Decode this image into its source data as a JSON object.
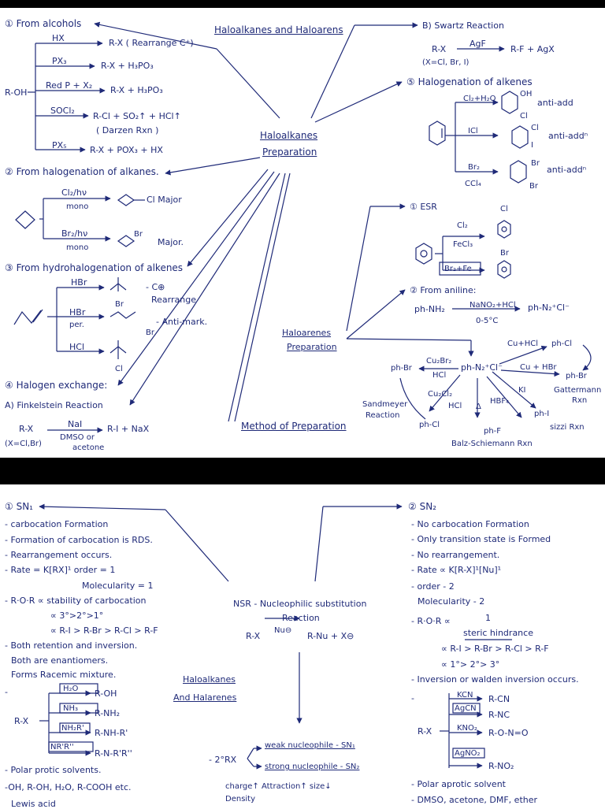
{
  "top": {
    "center_title": "Haloalkanes and Haloarens",
    "prep_l1": "Haloalkanes",
    "prep_l2": "Preparation",
    "method": "Method of Preparation",
    "alcohols": {
      "heading": "① From alcohols",
      "r_oh": "R-OH",
      "rows": [
        {
          "reagent": "HX",
          "product": "R-X ( Rearrange C⁺)"
        },
        {
          "reagent": "PX₃",
          "product": "R-X + H₃PO₃"
        },
        {
          "reagent": "Red P + X₂",
          "product": "R-X + H₃PO₃"
        },
        {
          "reagent": "SOCl₂",
          "product": "R-Cl + SO₂↑ + HCl↑"
        },
        {
          "reagent": "PX₅",
          "product": "R-X + POX₃ + HX"
        }
      ],
      "darzen": "( Darzen Rxn )"
    },
    "halogenation": {
      "heading": "② From halogenation of alkanes.",
      "r1_reagent": "Cl₂/hν",
      "r1_cond": "mono",
      "r1_product": "Cl Major",
      "r2_reagent": "Br₂/hν",
      "r2_cond": "mono",
      "r2_br": "Br",
      "r2_product": "Major."
    },
    "hydrohalogenation": {
      "heading": "③ From hydrohalogenation of alkenes",
      "r1_reagent": "HBr",
      "r1_product": "Br",
      "r1_note1": "- C⊕",
      "r1_note2": "Rearrange",
      "r2_reagent": "HBr",
      "r2_cond": "per.",
      "r2_br": "Br",
      "r2_note": "- Anti-mark.",
      "r3_reagent": "HCl",
      "r3_product": "Cl"
    },
    "exchange": {
      "heading": "④ Halogen exchange:",
      "sub": "A) Finkelstein Reaction",
      "rx": "R-X",
      "reagent": "NaI",
      "solvent1": "DMSO or",
      "solvent2": "acetone",
      "product": "R-I + NaX",
      "condition": "(X=Cl,Br)"
    },
    "swartz": {
      "heading": "B) Swartz Reaction",
      "rx": "R-X",
      "reagent": "AgF",
      "product": "R-F + AgX",
      "condition": "(X=Cl, Br, I)"
    },
    "alkenes": {
      "heading": "⑤ Halogenation of alkenes",
      "r1_reagent": "Cl₂+H₂O",
      "r1_oh": "OH",
      "r1_cl": "Cl",
      "r1_note": "anti-add",
      "r2_reagent": "ICl",
      "r2_cl": "Cl",
      "r2_i": "I",
      "r2_note": "anti-addⁿ",
      "r3_reagent1": "Br₂",
      "r3_reagent2": "CCl₄",
      "r3_br1": "Br",
      "r3_br2": "Br",
      "r3_note": "anti-addⁿ"
    },
    "esr": {
      "heading": "① ESR",
      "r1_reagent1": "Cl₂",
      "r1_reagent2": "FeCl₃",
      "r1_sub": "Cl",
      "r2_reagent": "Br₂+Fe",
      "r2_sub": "Br"
    },
    "aniline": {
      "heading": "② From aniline:",
      "reactant": "ph-NH₂",
      "reagent": "NaNO₂+HCl",
      "cond": "0-5°C",
      "product": "ph-N₂⁺Cl⁻"
    },
    "haloarenes_l1": "Haloarenes",
    "haloarenes_l2": "Preparation",
    "diazo": {
      "center": "ph-N₂⁺Cl⁻",
      "phbr_left": "ph-Br",
      "cubr2": "Cu₂Br₂",
      "hcl1": "HCl",
      "cu2cl2": "Cu₂Cl₂",
      "hcl2": "HCl",
      "sandmeyer1": "Sandmeyer",
      "sandmeyer2": "Reaction",
      "phcl_left": "ph-Cl",
      "delta": "Δ",
      "hbf4": "HBF₄",
      "phf": "ph-F",
      "balz": "Balz-Schiemann Rxn",
      "ki": "KI",
      "phi": "ph-I",
      "sizzi": "sizzi Rxn",
      "cuhcl": "Cu+HCl",
      "phcl_right": "ph-Cl",
      "cuhbr": "Cu + HBr",
      "phbr_right": "ph-Br",
      "gatt1": "Gattermann",
      "gatt2": "Rxn"
    }
  },
  "bottom": {
    "center1": "NSR - Nucleophilic substitution",
    "center2": "Reaction",
    "eq_left": "R-X",
    "eq_reagent": "Nu⊖",
    "eq_right": "R-Nu + X⊖",
    "title1": "Haloalkanes",
    "title2": "And Halarenes",
    "rx2": "- 2°RX",
    "weak": "weak nucleophile - SN₁",
    "strong": "strong nucleophile - SN₂",
    "charge": "charge↑ Attraction↑ size↓",
    "density": "Density",
    "sn1": {
      "heading": "① SN₁",
      "lines": [
        "- carbocation Formation",
        "- Formation of carbocation is RDS.",
        "- Rearrangement occurs.",
        "- Rate = K[RX]¹ order = 1",
        "Molecularity = 1",
        "- R·O·R ∝ stability of carbocation",
        "∝ 3°>2°>1°",
        "∝ R-I > R-Br > R-Cl > R-F",
        "- Both retention and inversion.",
        "Both are enantiomers.",
        "Forms Racemic mixture."
      ],
      "dash": "-",
      "rx": "R-X",
      "rows": [
        {
          "reagent": "H₂O",
          "product": "R-OH"
        },
        {
          "reagent": "NH₃",
          "product": "R-NH₂"
        },
        {
          "reagent": "NH₂R'",
          "product": "R-NH-R'"
        },
        {
          "reagent": "NR'R''",
          "product": "R-N-R'R''"
        }
      ],
      "polar": "- Polar protic solvents.",
      "solvents": "-OH, R-OH, H₂O, R-COOH etc.",
      "lewis": "Lewis acid"
    },
    "sn2": {
      "heading": "② SN₂",
      "lines": [
        "- No carbocation Formation",
        "- Only transition state is Formed",
        "- No rearrangement.",
        "- Rate ∝ K[R-X]¹[Nu]¹",
        "- order - 2",
        "Molecularity - 2",
        "- R·O·R ∝",
        "1",
        "steric hindrance",
        "∝ R-I > R-Br > R-Cl > R-F",
        "∝ 1°> 2°> 3°",
        "- Inversion or walden inversion occurs."
      ],
      "dash": "-",
      "rx": "R-X",
      "rows": [
        {
          "reagent": "KCN",
          "product": "R-CN"
        },
        {
          "reagent": "AgCN",
          "product": "R-NC"
        },
        {
          "reagent": "KNO₂",
          "product": "R-O-N=O"
        },
        {
          "reagent": "AgNO₂",
          "product": "R-NO₂"
        }
      ],
      "polar": "- Polar aprotic solvent",
      "solvents": "- DMSO, acetone, DMF, ether"
    }
  }
}
